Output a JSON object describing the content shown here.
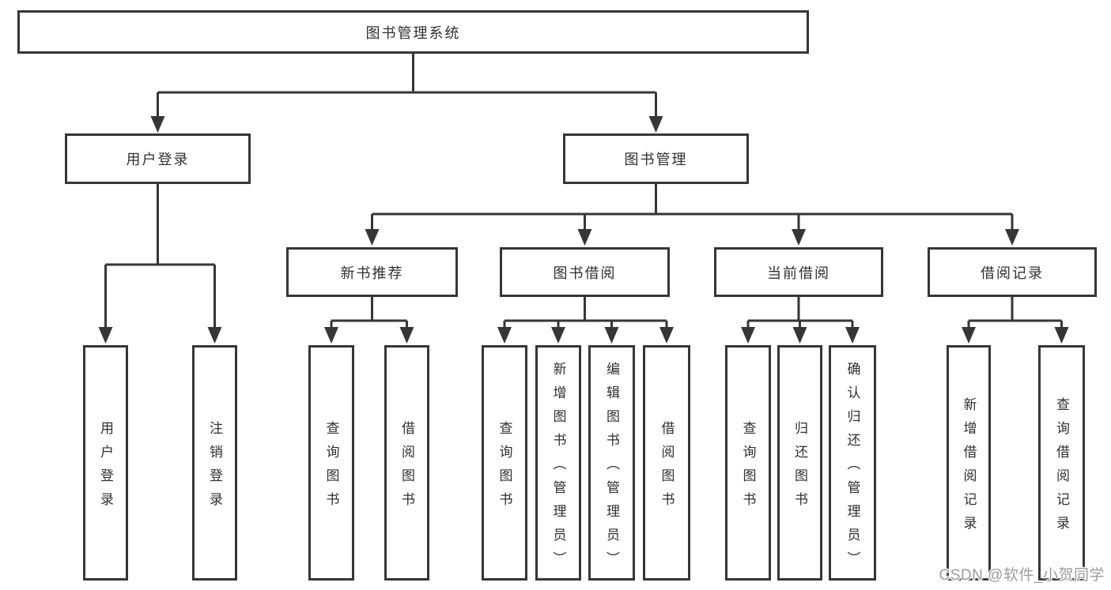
{
  "diagram": {
    "root": {
      "label": "图书管理系统"
    },
    "level2": {
      "user_login": {
        "label": "用户登录"
      },
      "book_management": {
        "label": "图书管理"
      }
    },
    "level3": {
      "new_book_recommend": {
        "label": "新书推荐"
      },
      "book_borrow": {
        "label": "图书借阅"
      },
      "current_borrow": {
        "label": "当前借阅"
      },
      "borrow_records": {
        "label": "借阅记录"
      }
    },
    "leaves": {
      "login": {
        "label": "用户登录"
      },
      "logout": {
        "label": "注销登录"
      },
      "nb_query": {
        "label": "查询图书"
      },
      "nb_borrow": {
        "label": "借阅图书"
      },
      "bb_query": {
        "label": "查询图书"
      },
      "bb_add": {
        "label": "新增图书（管理员）"
      },
      "bb_edit": {
        "label": "编辑图书（管理员）"
      },
      "bb_borrow": {
        "label": "借阅图书"
      },
      "cb_query": {
        "label": "查询图书"
      },
      "cb_return": {
        "label": "归还图书"
      },
      "cb_confirm": {
        "label": "确认归还（管理员）"
      },
      "br_add": {
        "label": "新增借阅记录"
      },
      "br_query": {
        "label": "查询借阅记录"
      }
    }
  },
  "watermark": {
    "text": "CSDN @软件_小贺同学"
  },
  "colors": {
    "line": "#363636",
    "box_border": "#363636",
    "text": "#303030",
    "background": "#ffffff",
    "watermark_text": "#9c9c9c"
  }
}
